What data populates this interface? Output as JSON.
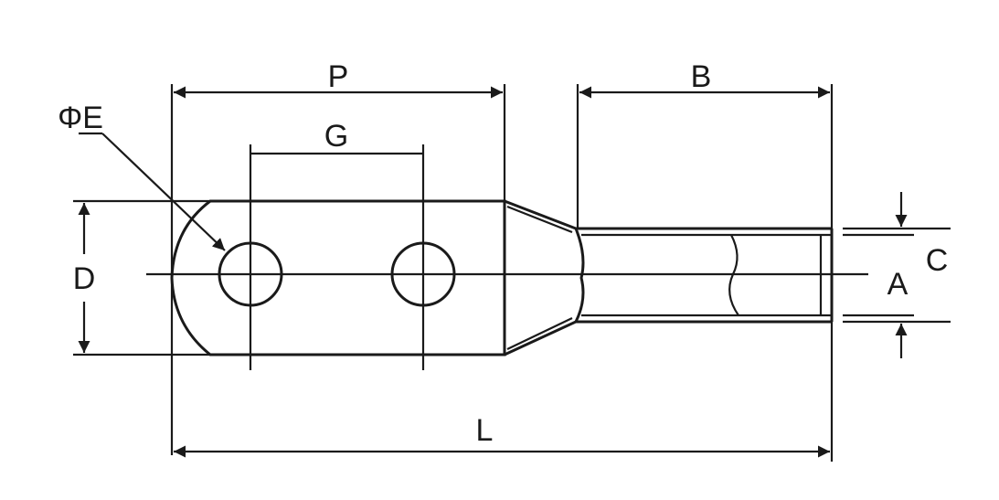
{
  "labels": {
    "P": "P",
    "G": "G",
    "B": "B",
    "E": "ΦE",
    "D": "D",
    "C": "C",
    "A": "A",
    "L": "L"
  },
  "colors": {
    "ink": "#1a1a1a",
    "background": "#ffffff"
  }
}
